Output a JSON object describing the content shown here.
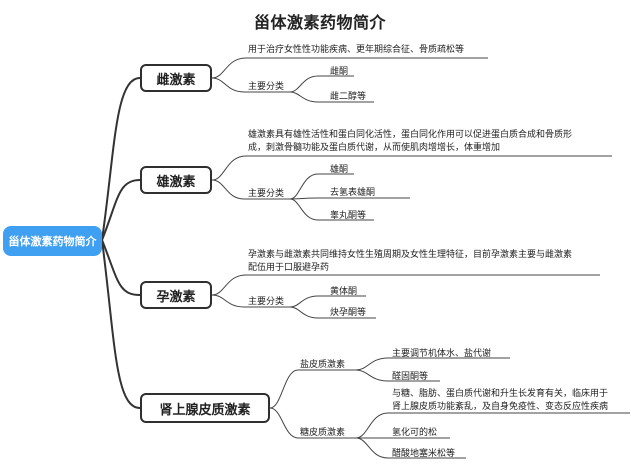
{
  "title": "甾体激素药物简介",
  "root": "甾体激素药物简介",
  "estrogen": {
    "label": "雌激素",
    "desc": "用于治疗女性性功能疾病、更年期综合征、骨质疏松等",
    "class_label": "主要分类",
    "items": [
      "雌酮",
      "雌二醇等"
    ]
  },
  "androgen": {
    "label": "雄激素",
    "desc_line1": "雄激素具有雄性活性和蛋白同化活性，蛋白同化作用可以促进蛋白质合成和骨质形",
    "desc_line2": "成，刺激骨髓功能及蛋白质代谢，从而使肌肉增增长，体重增加",
    "class_label": "主要分类",
    "items": [
      "雄酮",
      "去氢表雄酮",
      "睾丸酮等"
    ]
  },
  "progestin": {
    "label": "孕激素",
    "desc_line1": "孕激素与雌激素共同维持女性生殖周期及女性生理特征，目前孕激素主要与雌激素",
    "desc_line2": "配伍用于口服避孕药",
    "class_label": "主要分类",
    "items": [
      "黄体酮",
      "炔孕酮等"
    ]
  },
  "corticosteroid": {
    "label": "肾上腺皮质激素",
    "mineralo": {
      "label": "盐皮质激素",
      "items": [
        "主要调节机体水、盐代谢",
        "醛固酮等"
      ]
    },
    "gluco": {
      "label": "糖皮质激素",
      "desc_line1": "与糖、脂肪、蛋白质代谢和升生长发育有关，临床用于",
      "desc_line2": "肾上腺皮质功能紊乱，及自身免疫性、变态反应性疾病",
      "items": [
        "氢化可的松",
        "醋酸地塞米松等"
      ]
    }
  }
}
